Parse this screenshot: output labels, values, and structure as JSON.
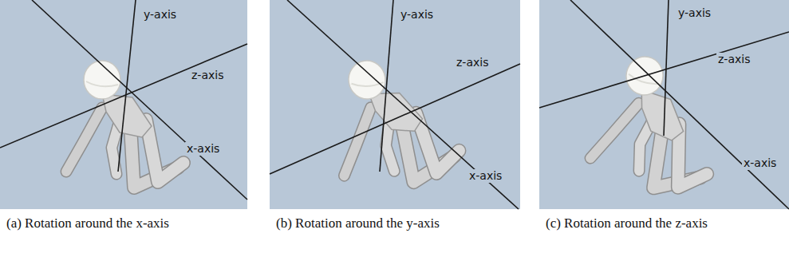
{
  "diagram": {
    "labels": [
      "y-axis",
      "z-axis",
      "x-axis",
      "(a) Rotation around the x-axis",
      "y-axis",
      "z-axis",
      "x-axis",
      "(b) Rotation around the y-axis",
      "y-axis",
      "z-axis",
      "x-axis",
      "(c) Rotation around the z-axis"
    ]
  }
}
